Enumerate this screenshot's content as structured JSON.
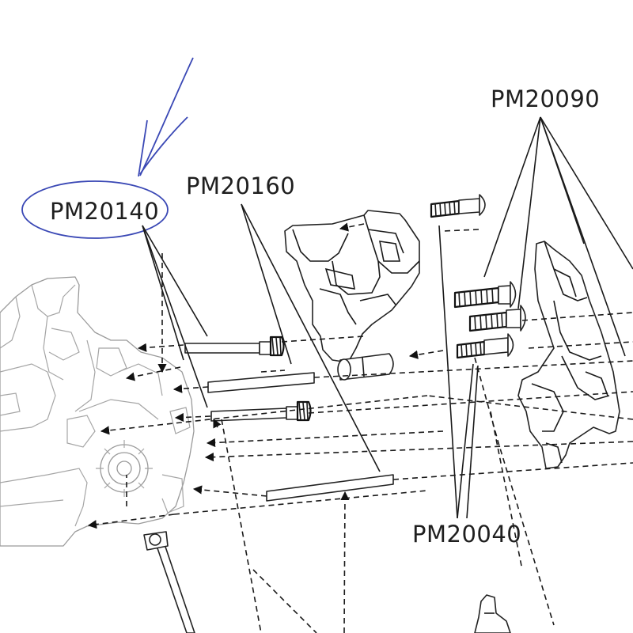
{
  "labels": {
    "pm20140": "PM20140",
    "pm20160": "PM20160",
    "pm20090": "PM20090",
    "pm20040": "PM20040"
  },
  "colors": {
    "annotation_blue": "#3a48b5",
    "line": "#1a1a1a",
    "ghost_part": "#9a9a9a"
  }
}
